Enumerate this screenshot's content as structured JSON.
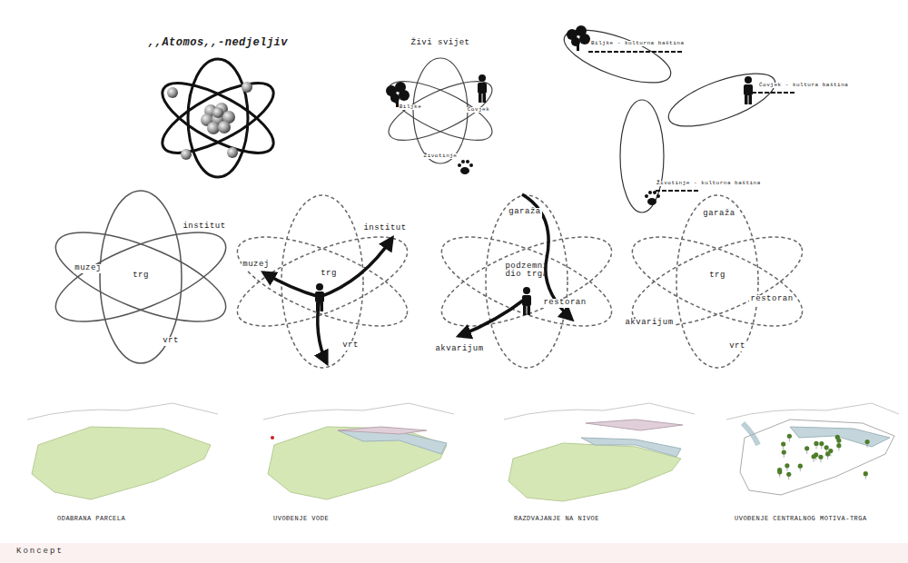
{
  "diagram": {
    "caption": "Koncept",
    "labels": [
      ",,Atomos,,-nedjeljiv",
      "Živi svijet",
      "Biljke",
      "Čovjek",
      "Životinje",
      "Biljke - kulturna baština",
      "Čovjek - kultura baština",
      "Životinje - kulturna baština",
      "institut",
      "muzej",
      "trg",
      "vrt",
      "institut",
      "muzej",
      "trg",
      "vrt",
      "garaža",
      "podzemni dio trga",
      "restoran",
      "akvarijum",
      "garaža",
      "trg",
      "restoran",
      "akvarijum",
      "vrt",
      "ODABRANA PARCELA",
      "UVOĐENJE VODE",
      "RAZDVAJANJE NA NIVOE",
      "UVOĐENJE CENTRALNOG MOTIVA-TRGA"
    ]
  }
}
